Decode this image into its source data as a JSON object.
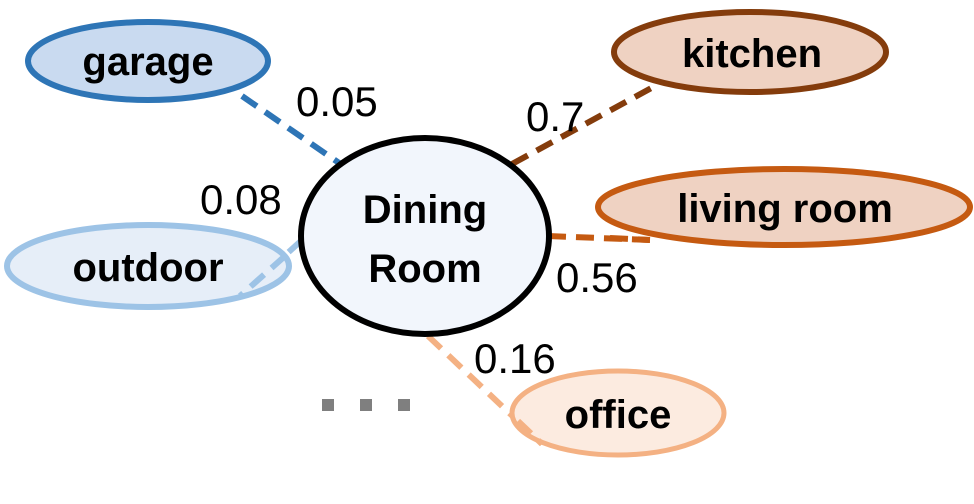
{
  "center": {
    "line1": "Dining",
    "line2": "Room"
  },
  "nodes": [
    {
      "id": "garage",
      "label": "garage",
      "weight": "0.05",
      "stroke": "#2e75b6",
      "fill": "#c9daf0"
    },
    {
      "id": "outdoor",
      "label": "outdoor",
      "weight": "0.08",
      "stroke": "#9dc3e6",
      "fill": "#e6eef8"
    },
    {
      "id": "kitchen",
      "label": "kitchen",
      "weight": "0.7",
      "stroke": "#843c0c",
      "fill": "#efd2c2"
    },
    {
      "id": "living-room",
      "label": "living room",
      "weight": "0.56",
      "stroke": "#c55a11",
      "fill": "#efd2c2"
    },
    {
      "id": "office",
      "label": "office",
      "weight": "0.16",
      "stroke": "#f4b183",
      "fill": "#fcebe0"
    }
  ],
  "more_indicator": "…"
}
